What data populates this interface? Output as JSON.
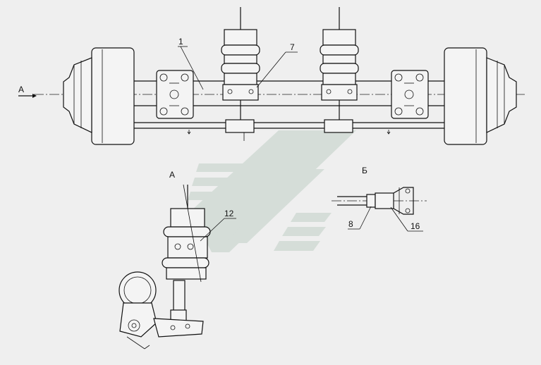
{
  "labels": {
    "view_a_arrow": "A",
    "part_1": "1",
    "part_7": "7",
    "view_a_title": "A",
    "view_b_title": "Б",
    "part_12": "12",
    "part_8": "8",
    "part_16": "16"
  },
  "colors": {
    "line": "#111111",
    "background": "#efefef",
    "watermark": "#d3dcd6"
  }
}
